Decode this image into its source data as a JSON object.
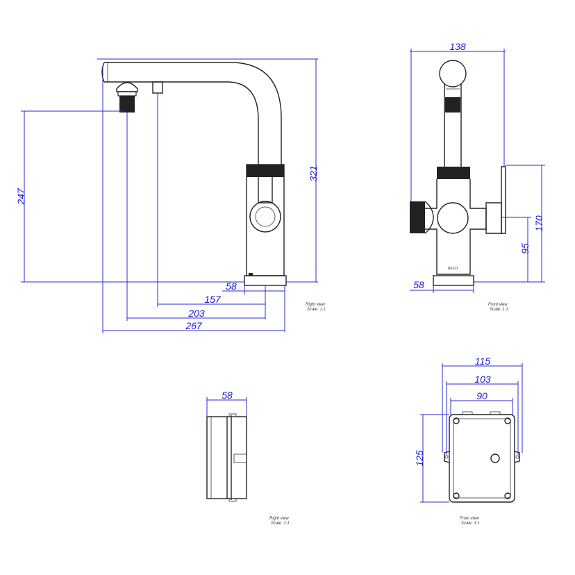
{
  "dimensions": {
    "right_view_faucet": {
      "overall_height": "321",
      "spout_height": "247",
      "base_width": "58",
      "reach_side_outlet": "157",
      "reach_main_outlet": "203",
      "overall_length": "267"
    },
    "front_view_faucet": {
      "overall_width": "138",
      "handle_height": "170",
      "side_handle_height": "95",
      "base_width": "58"
    },
    "right_view_box": {
      "depth": "58"
    },
    "front_view_box": {
      "overall_width": "115",
      "mount_width": "103",
      "body_width": "90",
      "height": "125"
    }
  },
  "captions": {
    "right_view_1": {
      "name": "Right view",
      "scale": "Scale:  1:1"
    },
    "front_view_1": {
      "name": "Front view",
      "scale": "Scale:  1:1"
    },
    "right_view_2": {
      "name": "Right view",
      "scale": "Scale:  1:1"
    },
    "front_view_2": {
      "name": "Front view",
      "scale": "Scale:  1:1"
    }
  },
  "logo_text": "DECO",
  "colors": {
    "dimension": "#1a1ad0",
    "outline": "#222222"
  }
}
